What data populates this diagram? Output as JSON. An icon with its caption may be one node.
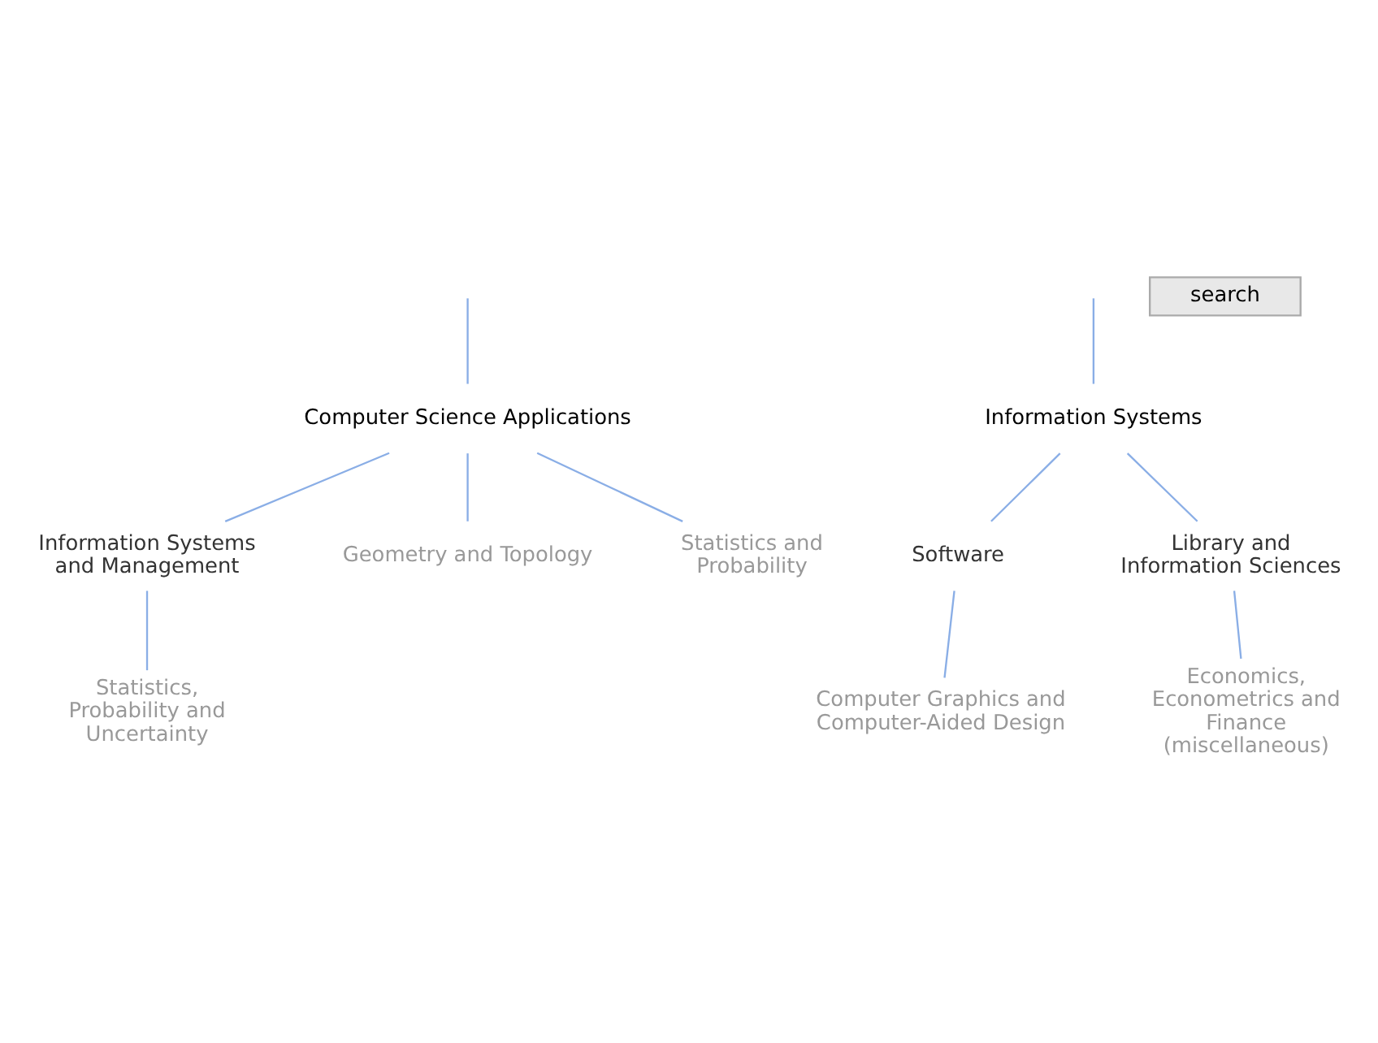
{
  "diagram": {
    "nodes": [
      {
        "text": [
          "Computer Science Applications"
        ]
      },
      {
        "text": [
          "Information Systems and Management"
        ]
      },
      {
        "text": [
          "Geometry and Topology"
        ]
      },
      {
        "text": [
          "Statistics and Probability"
        ]
      },
      {
        "text": [
          "Statistics, Probability and Uncertainty"
        ]
      },
      {
        "text": [
          "Information Systems"
        ]
      },
      {
        "text": [
          "Software"
        ]
      },
      {
        "text": [
          "Library and Information Sciences"
        ]
      },
      {
        "text": [
          "Economics, Econometrics and Finance (miscellaneous)"
        ]
      },
      {
        "text": [
          "Computer Graphics and Computer-Aided Design"
        ]
      }
    ],
    "edges": [
      {
        "from": null,
        "to": 0,
        "arrow": "none"
      },
      {
        "from": 0,
        "to": 2,
        "arrow": "none"
      },
      {
        "from": 0,
        "to": 3,
        "arrow": "none"
      },
      {
        "from": 0,
        "to": 1,
        "arrow": "none"
      },
      {
        "from": 1,
        "to": 4,
        "arrow": "none"
      },
      {
        "from": null,
        "to": 5,
        "arrow": "none"
      },
      {
        "from": 5,
        "to": 6,
        "arrow": "none"
      },
      {
        "from": 6,
        "to": 9,
        "arrow": "none"
      },
      {
        "from": 5,
        "to": 7,
        "arrow": "none"
      },
      {
        "from": 7,
        "to": 8,
        "arrow": "none"
      }
    ],
    "labels": [
      "search"
    ]
  }
}
